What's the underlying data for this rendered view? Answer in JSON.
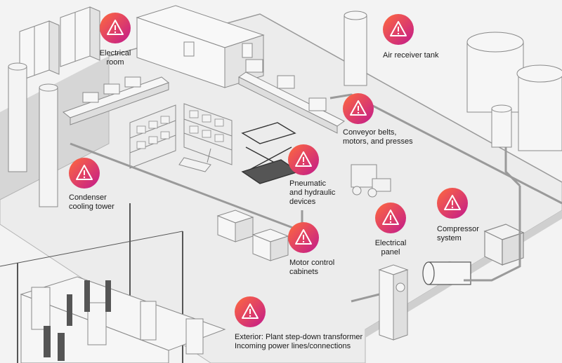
{
  "colors": {
    "warning_gradient_start": "#ff6a3d",
    "warning_gradient_end": "#c21a8c",
    "line_art": "#8a8a8a",
    "floor": "#e9e9e9",
    "background": "#f3f3f3"
  },
  "hazards": {
    "electrical_room": {
      "line1": "Electrical",
      "line2": "room"
    },
    "air_receiver_tank": {
      "line1": "Air receiver tank"
    },
    "conveyor": {
      "line1": "Conveyor belts,",
      "line2": "motors, and presses"
    },
    "condenser": {
      "line1": "Condenser",
      "line2": "cooling tower"
    },
    "pneumatic": {
      "line1": "Pneumatic",
      "line2": "and hydraulic",
      "line3": "devices"
    },
    "compressor": {
      "line1": "Compressor",
      "line2": "system"
    },
    "electrical_panel": {
      "line1": "Electrical",
      "line2": "panel"
    },
    "motor_control": {
      "line1": "Motor control",
      "line2": "cabinets"
    },
    "exterior": {
      "line1": "Exterior: Plant step-down transformer",
      "line2": "Incoming power lines/connections"
    }
  },
  "icons": {
    "hazard": "warning-triangle-icon"
  }
}
